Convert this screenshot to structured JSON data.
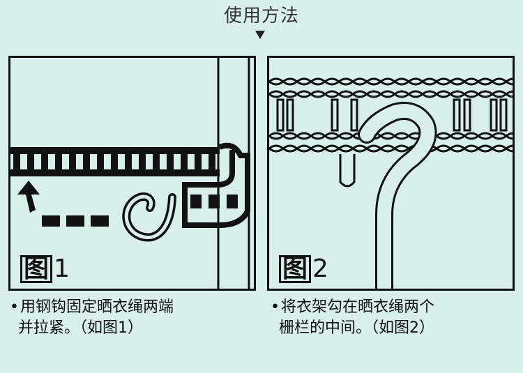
{
  "title": "使用方法",
  "figures": [
    {
      "label_char": "图",
      "label_num": "1",
      "caption_line1": "用钢钩固定晒衣绳两端",
      "caption_line2": "并拉紧。（如图1）"
    },
    {
      "label_char": "图",
      "label_num": "2",
      "caption_line1": "将衣架勾在晒衣绳两个",
      "caption_line2": "栅栏的中间。（如图2）"
    }
  ],
  "colors": {
    "background": "#d8efec",
    "ink": "#111111"
  },
  "icons": [
    "arrow-down-icon",
    "hook-illustration",
    "rope-illustration",
    "up-arrow-icon"
  ]
}
